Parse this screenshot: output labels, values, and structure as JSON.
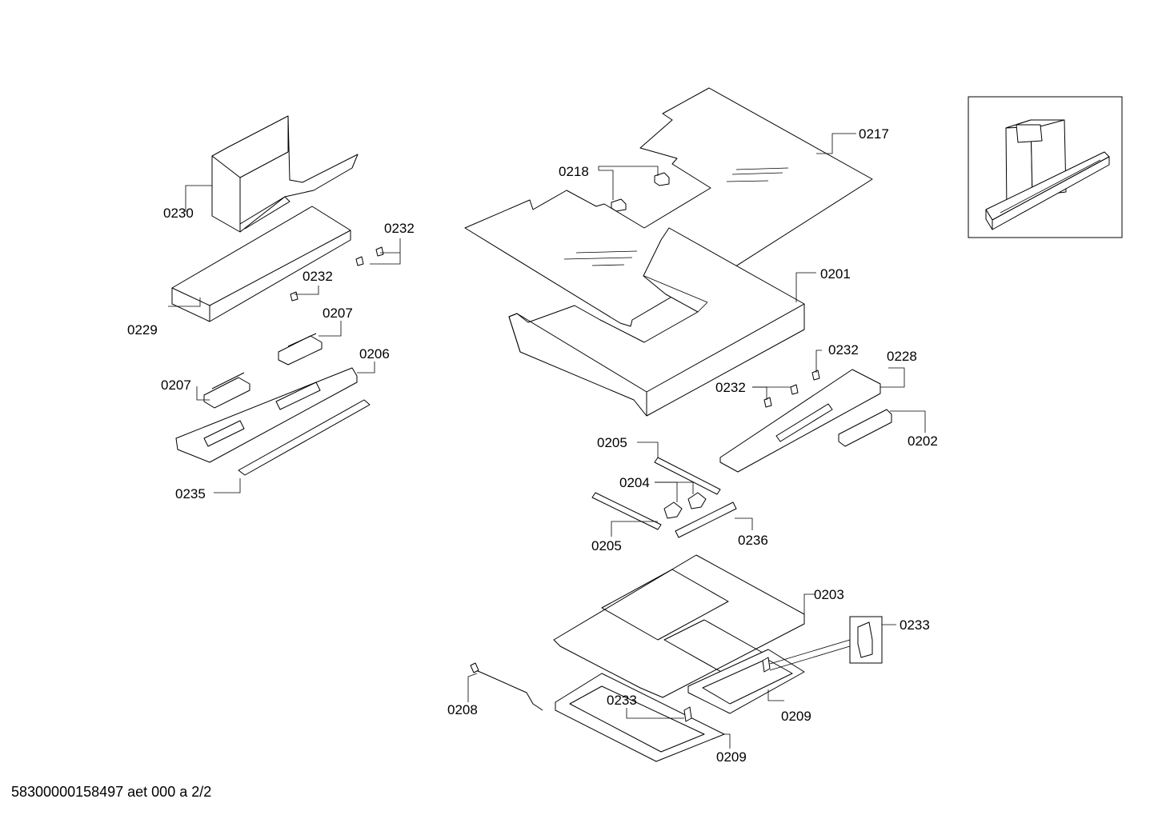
{
  "document_id": "58300000158497 aet 000 a 2/2",
  "part_labels": [
    "0217",
    "0218",
    "0201",
    "0230",
    "0229",
    "0232",
    "0232",
    "0207",
    "0207",
    "0206",
    "0235",
    "0232",
    "0232",
    "0228",
    "0202",
    "0205",
    "0204",
    "0205",
    "0236",
    "0203",
    "0233",
    "0233",
    "0208",
    "0209",
    "0209"
  ]
}
